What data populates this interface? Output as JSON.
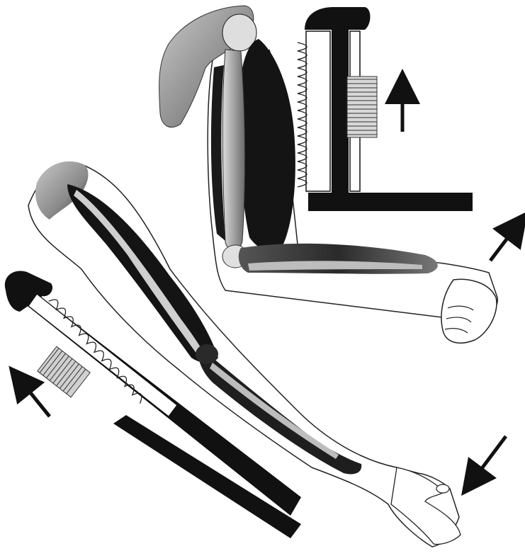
{
  "figure": {
    "background": "#ffffff",
    "ink": "#111111",
    "bone": "#e8e8e8",
    "skin_outline": "#222222",
    "panels": [
      {
        "name": "flexed-arm",
        "direction": "up"
      },
      {
        "name": "extended-arm",
        "direction": "down-left"
      }
    ]
  }
}
